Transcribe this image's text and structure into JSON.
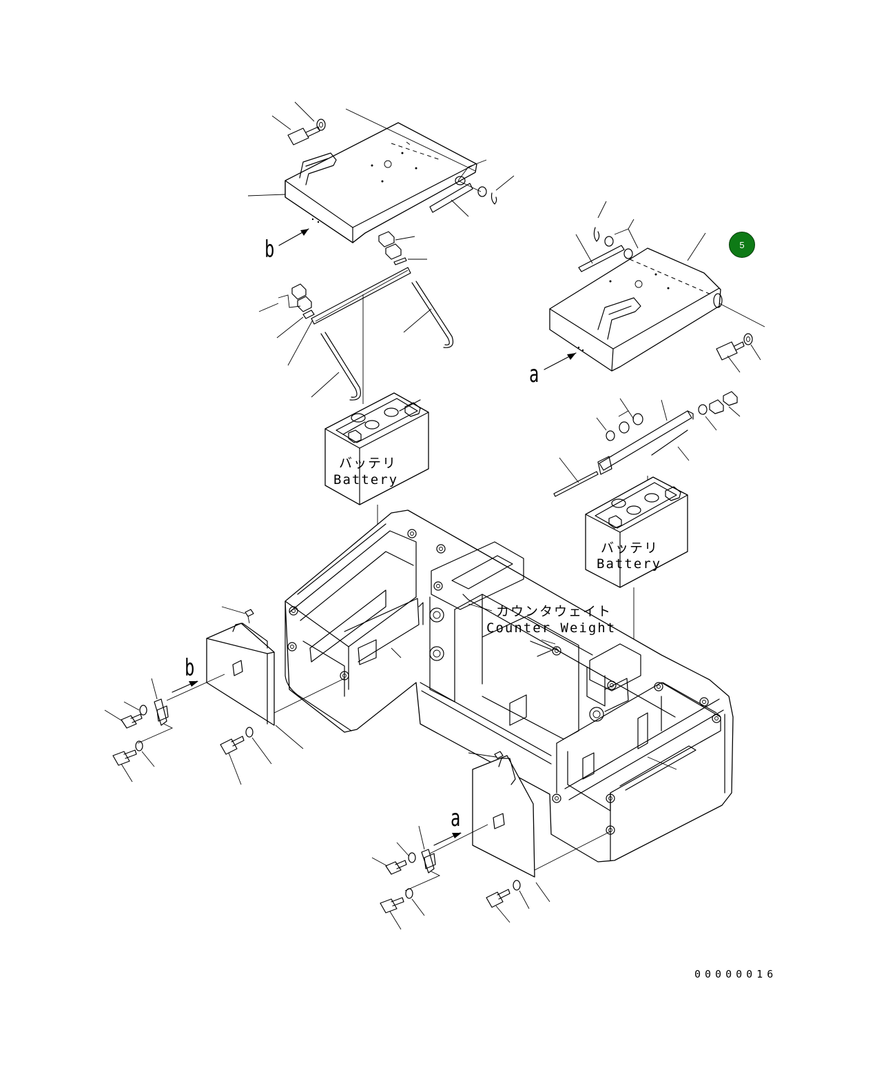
{
  "labels": {
    "view_b_top": "b",
    "view_a_top": "a",
    "view_b_bottom": "b",
    "view_a_bottom": "a"
  },
  "battery_left": {
    "jp": "バッテリ",
    "en": "Battery"
  },
  "battery_right": {
    "jp": "バッテリ",
    "en": "Battery"
  },
  "counterweight": {
    "jp": "カウンタウェイト",
    "en": "Counter Weight"
  },
  "badge": {
    "number": "5",
    "color": "#0e7a16"
  },
  "drawing_code": "00000016"
}
